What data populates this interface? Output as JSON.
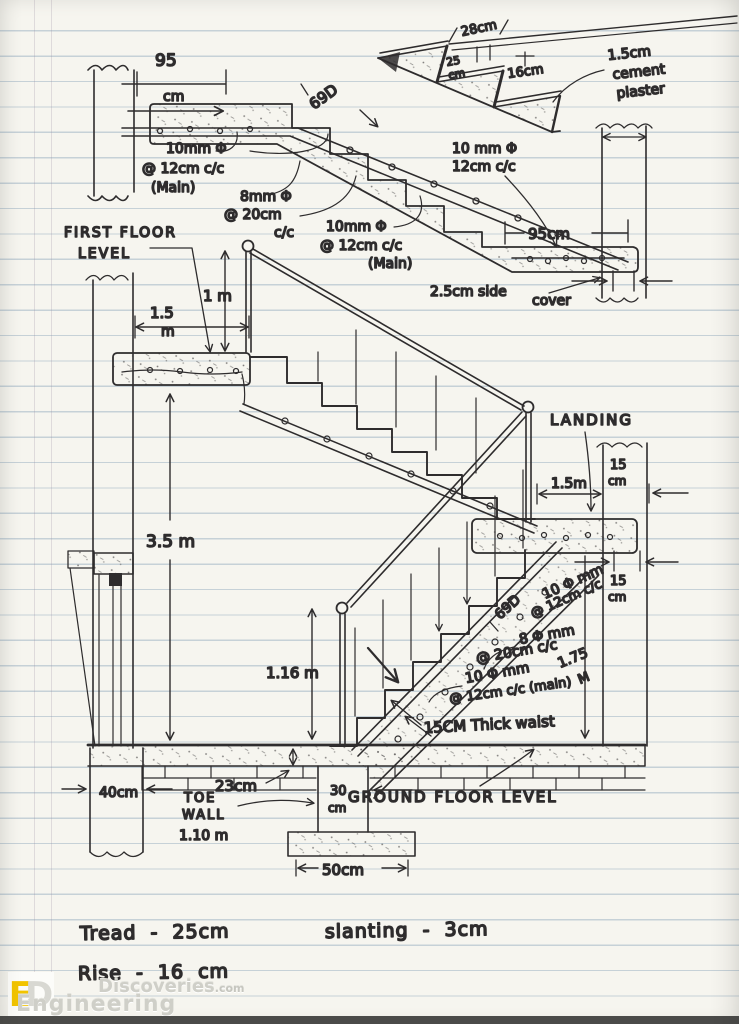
{
  "colors": {
    "paper": "#f6f5ef",
    "ink": "#2e2c2d",
    "rule_line": "#7d9bb4",
    "logo_yellow": "#f2c400"
  },
  "mini": {
    "t28": "28cm",
    "t25a": "25",
    "t25b": "cm",
    "t16": "16cm",
    "pl1": "1.5cm",
    "pl2": "cement",
    "pl3": "plaster"
  },
  "top": {
    "w95a": "95",
    "w95b": "cm",
    "bend": "69D",
    "m1a": "10mm Φ",
    "m1b": "@ 12cm c/c",
    "m1c": "(Main)",
    "d1a": "8mm Φ",
    "d1b": "@ 20cm",
    "d1c": "c/c",
    "m2a": "10mm Φ",
    "m2b": "@ 12cm c/c",
    "m2c": "(Main)",
    "lb1": "10 mm Φ",
    "lb2": "12cm c/c",
    "l95": "95cm",
    "sc1": "2.5cm side",
    "sc2": "cover"
  },
  "elev": {
    "ff1": "FIRST FLOOR",
    "ff2": "LEVEL",
    "d1m": "1 m",
    "d15a": "1.5",
    "d15b": "m",
    "d35": "3.5 m",
    "landing": "LANDING",
    "dlw": "1.5m",
    "c15a1": "15",
    "c15a2": "cm",
    "c15b1": "15",
    "c15b2": "cm",
    "bend": "69D",
    "mb1": "10 Φ mm",
    "mb2": "@ 12cm c/c",
    "db1": "8 Φ mm",
    "db2": "@ 20cm c/c",
    "d175a": "1.75",
    "d175b": "M",
    "mc1": "10 Φ mm",
    "mc2": "@ 12cm c/c (main)",
    "waist": "15CM Thick waist",
    "d116": "1.16 m",
    "d23": "23cm",
    "d40": "40cm",
    "toe1": "TOE",
    "toe2": "WALL",
    "toe3": "1.10 m",
    "tw1": "30",
    "tw2": "cm",
    "d50": "50cm",
    "gfl": "GROUND FLOOR LEVEL"
  },
  "notes": {
    "tread": "Tread - 25cm",
    "rise": "Rise - 16 cm",
    "slant": "slanting - 3cm"
  },
  "watermark": {
    "e": "E",
    "d": "D",
    "disc": "Discoveries",
    "com": ".com",
    "eng": "Engineering"
  }
}
